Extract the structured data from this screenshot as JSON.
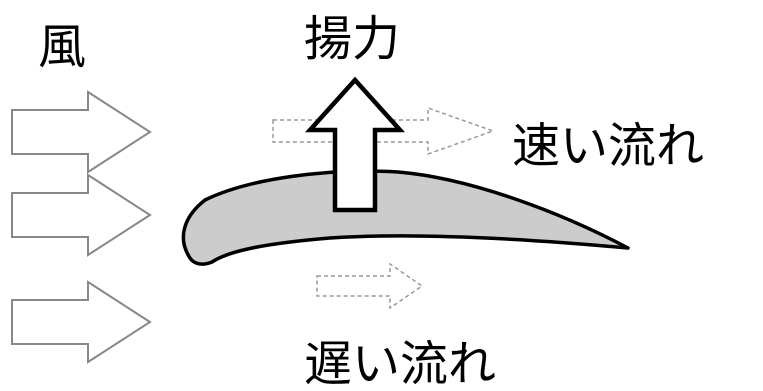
{
  "labels": {
    "wind": "風",
    "lift": "揚力",
    "fast_flow": "速い流れ",
    "slow_flow": "遅い流れ"
  },
  "colors": {
    "airfoil_fill": "#cccccc",
    "outline": "#000000",
    "wind_arrow": "#888888",
    "flow_arrow": "#999999"
  }
}
